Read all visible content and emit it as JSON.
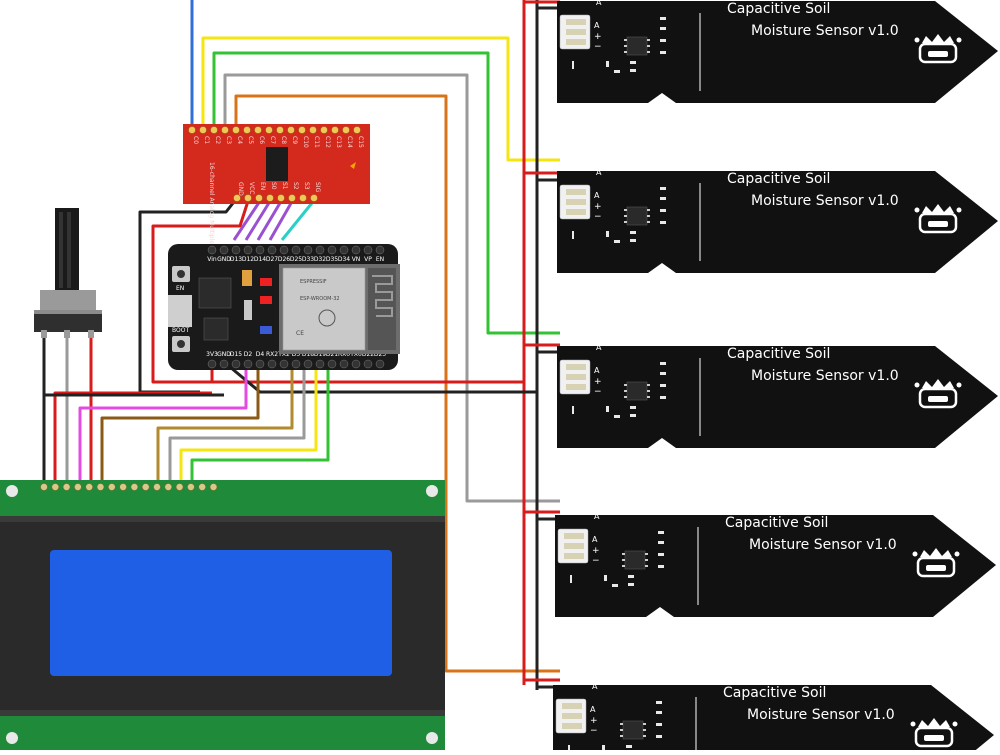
{
  "colors": {
    "background": "#ffffff",
    "sensor_board": "#111111",
    "lcd_pcb": "#1f8a3a",
    "lcd_screen": "#1f5fe6",
    "esp32_board": "#1a1a1a",
    "mux_board": "#d42a1e",
    "wire_red": "#d81b1b",
    "wire_black": "#222222",
    "wire_yellow": "#f5e60f",
    "wire_green": "#33c233",
    "wire_gray": "#9a9a9a",
    "wire_orange": "#d9731a",
    "wire_blue": "#2f6fd6",
    "wire_magenta": "#e34be3",
    "wire_purple": "#9b4fd1",
    "wire_cyan": "#2ad0c8",
    "wire_brown": "#8b5a14",
    "wire_olive": "#b08a2c"
  },
  "sensors": [
    {
      "title": "Capacitive Soil",
      "subtitle": "Moisture Sensor v1.0",
      "pin_a": "A",
      "pin_plus": "+",
      "pin_minus": "−",
      "icon": "robot-crown-logo"
    },
    {
      "title": "Capacitive Soil",
      "subtitle": "Moisture Sensor v1.0",
      "pin_a": "A",
      "pin_plus": "+",
      "pin_minus": "−",
      "icon": "robot-crown-logo"
    },
    {
      "title": "Capacitive Soil",
      "subtitle": "Moisture Sensor v1.0",
      "pin_a": "A",
      "pin_plus": "+",
      "pin_minus": "−",
      "icon": "robot-crown-logo"
    },
    {
      "title": "Capacitive Soil",
      "subtitle": "Moisture Sensor v1.0",
      "pin_a": "A",
      "pin_plus": "+",
      "pin_minus": "−",
      "icon": "robot-crown-logo"
    },
    {
      "title": "Capacitive Soil",
      "subtitle": "Moisture Sensor v1.0",
      "pin_a": "A",
      "pin_plus": "+",
      "pin_minus": "−",
      "icon": "robot-crown-logo"
    }
  ],
  "esp32": {
    "top_pins": [
      "Vin",
      "GND",
      "D13",
      "D12",
      "D14",
      "D27",
      "D26",
      "D25",
      "D33",
      "D32",
      "D35",
      "D34",
      "VN",
      "VP",
      "EN"
    ],
    "bottom_pins": [
      "3V3",
      "GND",
      "D15",
      "D2",
      "D4",
      "RX2",
      "TX2",
      "D5",
      "D18",
      "D19",
      "D21",
      "RX0",
      "TX0",
      "D22",
      "D23"
    ],
    "en_label": "EN",
    "boot_label": "BOOT",
    "module_brand": "ESPRESSIF",
    "module_name": "ESP-WROOM-32"
  },
  "mux": {
    "top_pins": [
      "C0",
      "C1",
      "C2",
      "C3",
      "C4",
      "C5",
      "C6",
      "C7",
      "C8",
      "C9",
      "C10",
      "C11",
      "C12",
      "C13",
      "C14",
      "C15"
    ],
    "bottom_pins": [
      "GND",
      "VCC",
      "EN",
      "S0",
      "S1",
      "S2",
      "S3",
      "SIG"
    ],
    "board_text": "16-channel Analog Multiplexer"
  },
  "lcd": {
    "icon": "lcd-2004-display"
  },
  "potentiometer": {
    "icon": "potentiometer-icon"
  }
}
